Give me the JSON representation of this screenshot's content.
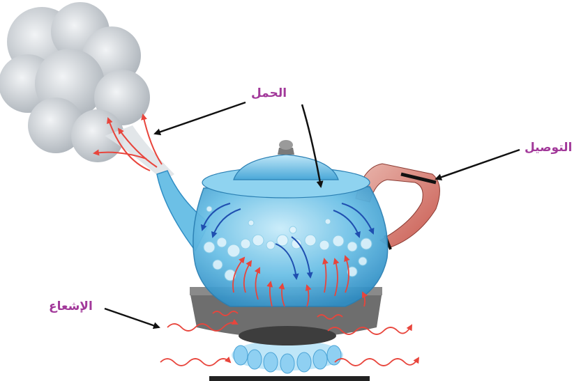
{
  "labels": {
    "convection": "الحمل",
    "conduction": "التوصيل",
    "radiation": "الإشعاع"
  },
  "colors": {
    "label": "#a2399a",
    "water_blue": "#5fb3da",
    "steam_gray": "#c9ced3",
    "heat_red": "#e8453c",
    "cool_blue": "#1f4fb0",
    "flame_blue": "#8fd0f2",
    "burner_gray": "#6e6e6e"
  }
}
